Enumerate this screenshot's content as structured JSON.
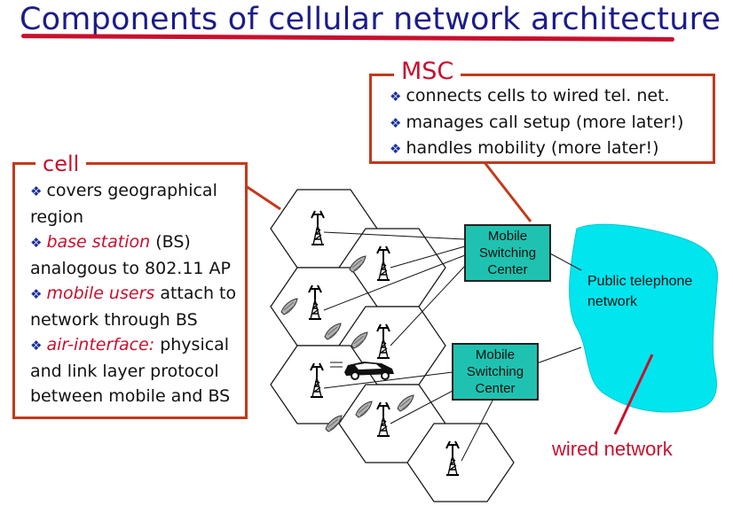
{
  "title": "Components of cellular network architecture",
  "msc_callout": {
    "title": "MSC",
    "bullets": [
      "connects cells to wired tel. net.",
      "manages call setup (more later!)",
      "handles mobility (more later!)"
    ]
  },
  "cell_callout": {
    "title": "cell",
    "lines": {
      "l1": "covers geographical",
      "l2": "region",
      "l3_em": "base station",
      "l3_rest": " (BS)",
      "l4": "analogous to 802.11 AP",
      "l5_em": "mobile users",
      "l5_rest": " attach to",
      "l6": "network through BS",
      "l7_em": "air-interface:",
      "l7_rest": " physical",
      "l8": "and link layer protocol",
      "l9": "between mobile and BS"
    }
  },
  "switch_top": {
    "l1": "Mobile",
    "l2": "Switching",
    "l3": "Center"
  },
  "switch_bottom": {
    "l1": "Mobile",
    "l2": "Switching",
    "l3": "Center"
  },
  "public_network": {
    "l1": "Public telephone",
    "l2": "network"
  },
  "wired_label": "wired network",
  "colors": {
    "title": "#1c1c8a",
    "accent_red": "#c8102e",
    "callout_border": "#c23a1a",
    "bullet": "#1a2f9c",
    "msc_fill": "#1fc2b0",
    "cloud_fill": "#00e5ee"
  }
}
